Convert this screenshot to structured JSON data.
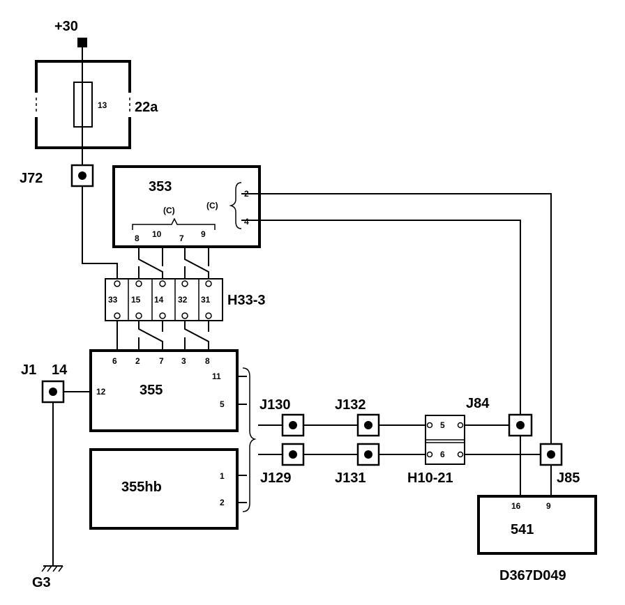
{
  "supply": {
    "label": "+30"
  },
  "fuse": {
    "label": "22a",
    "number": "13"
  },
  "ground": {
    "label": "G3"
  },
  "drawing_id": "D367D049",
  "connectors": {
    "j72": "J72",
    "j1": "J1",
    "j1_pin": "14",
    "j130": "J130",
    "j132": "J132",
    "j84": "J84",
    "j129": "J129",
    "j131": "J131",
    "j85": "J85"
  },
  "module_353": {
    "label": "353",
    "pins": [
      "8",
      "10",
      "7",
      "9"
    ],
    "c_left": "(C)",
    "c_right": "(C)",
    "right_pins": [
      "2",
      "4"
    ]
  },
  "relay_block": {
    "label": "H33-3",
    "cells": [
      "33",
      "15",
      "14",
      "32",
      "31"
    ]
  },
  "module_355": {
    "label": "355",
    "top_pins": [
      "6",
      "2",
      "7",
      "3",
      "8"
    ],
    "left_pin": "12",
    "right_pins": [
      "11",
      "5"
    ]
  },
  "module_355hb": {
    "label": "355hb",
    "right_pins": [
      "1",
      "2"
    ]
  },
  "h10": {
    "label": "H10-21",
    "cells": [
      "5",
      "6"
    ]
  },
  "module_541": {
    "label": "541",
    "pins": [
      "16",
      "9"
    ]
  }
}
